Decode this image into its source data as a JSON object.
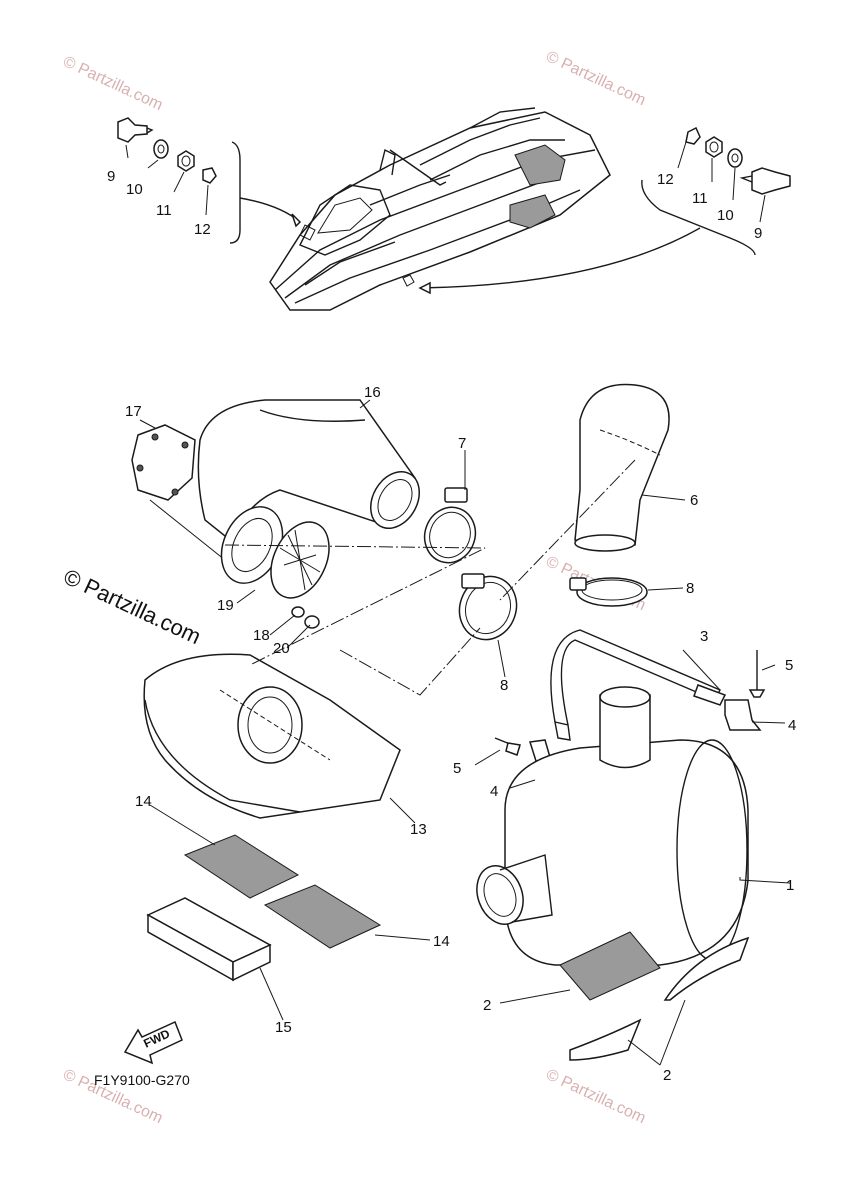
{
  "diagram_code": "F1Y9100-G270",
  "copyright": "© Partzilla.com",
  "watermark": "© Partzilla.com",
  "fwd_label": "FWD",
  "callouts": {
    "c1": "1",
    "c2a": "2",
    "c2b": "2",
    "c3": "3",
    "c4a": "4",
    "c4b": "4",
    "c5a": "5",
    "c5b": "5",
    "c6": "6",
    "c7": "7",
    "c8a": "8",
    "c8b": "8",
    "c9a": "9",
    "c9b": "9",
    "c10a": "10",
    "c10b": "10",
    "c11a": "11",
    "c11b": "11",
    "c12a": "12",
    "c12b": "12",
    "c13": "13",
    "c14a": "14",
    "c14b": "14",
    "c15": "15",
    "c16": "16",
    "c17": "17",
    "c18": "18",
    "c19": "19",
    "c20": "20"
  }
}
